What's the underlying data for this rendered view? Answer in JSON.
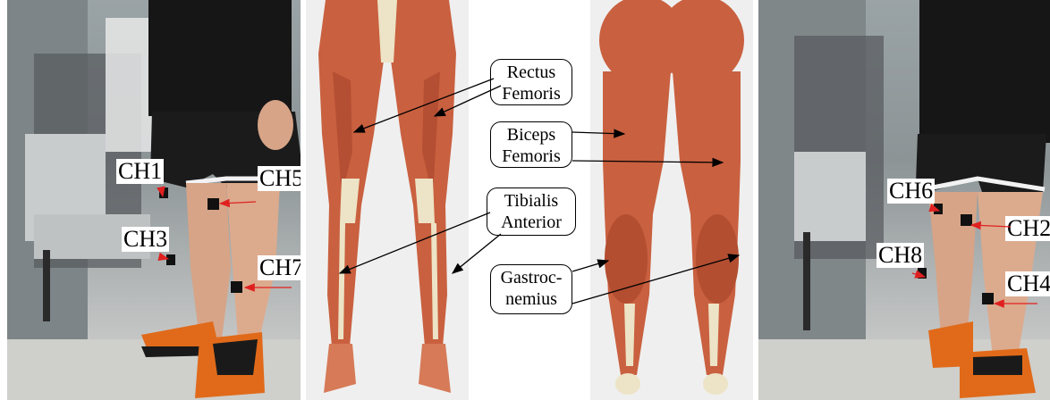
{
  "electrode_labels": {
    "ch1": "CH1",
    "ch3": "CH3",
    "ch5": "CH5",
    "ch7": "CH7",
    "ch6": "CH6",
    "ch2": "CH2",
    "ch8": "CH8",
    "ch4": "CH4"
  },
  "muscle_callouts": {
    "rectus_femoris": [
      "Rectus",
      "Femoris"
    ],
    "biceps_femoris": [
      "Biceps",
      "Femoris"
    ],
    "tibialis_anterior": [
      "Tibialis",
      "Anterior"
    ],
    "gastrocnemius": [
      "Gastroc-",
      "nemius"
    ]
  },
  "colors": {
    "muscle": "#c9603f",
    "muscle_dark": "#9e3e26",
    "tendon": "#ede3c6",
    "electrode_arrow": "#e02020",
    "callout_arrow": "#000000"
  }
}
